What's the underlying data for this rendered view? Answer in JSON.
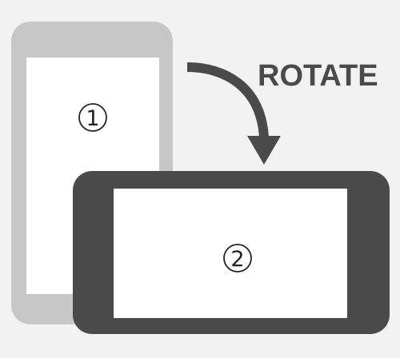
{
  "title": "ROTATE",
  "steps": [
    {
      "id": "portrait",
      "marker": "1"
    },
    {
      "id": "landscape",
      "marker": "2"
    }
  ],
  "colors": {
    "background": "#f2f2f2",
    "portrait_device": "#c7c7c7",
    "landscape_device": "#4a4a4a",
    "screen": "#ffffff",
    "arrow": "#4a4a4a",
    "text": "#4a4a4a",
    "marker_ink": "#222222"
  },
  "icons": {
    "arrow": "curved-arrow-icon",
    "portrait": "phone-portrait-icon",
    "landscape": "phone-landscape-icon"
  }
}
